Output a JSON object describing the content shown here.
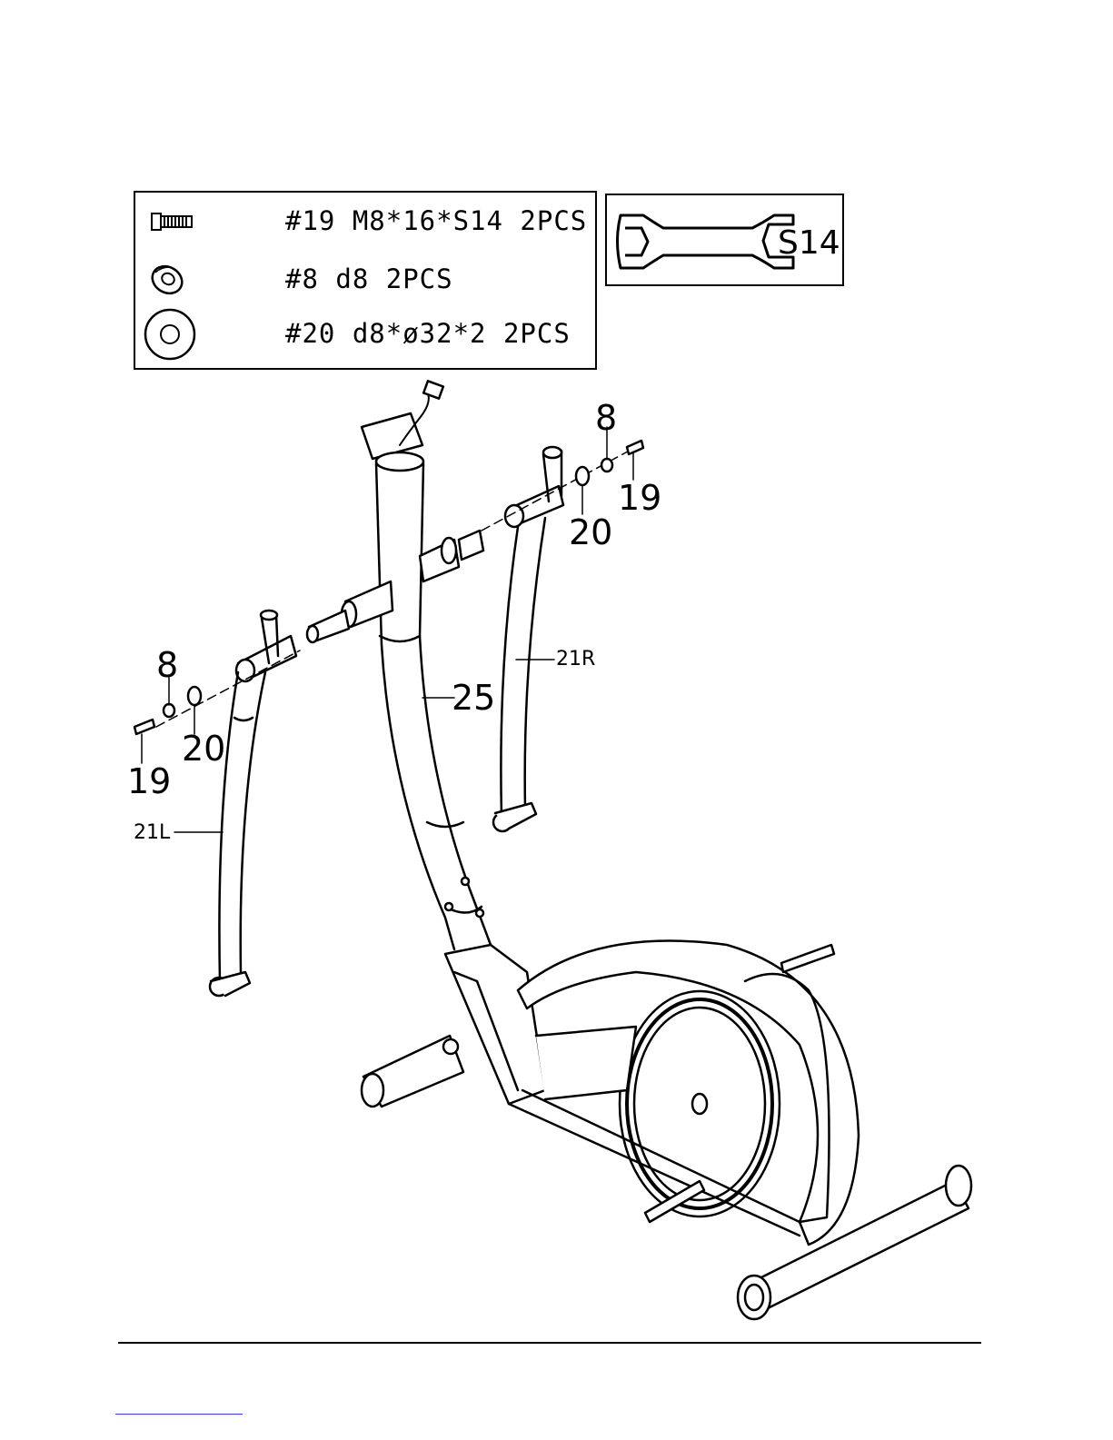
{
  "parts": [
    {
      "icon": "bolt-icon",
      "text": "#19 M8*16*S14 2PCS"
    },
    {
      "icon": "spring-washer-icon",
      "text": "#8 d8 2PCS"
    },
    {
      "icon": "flat-washer-icon",
      "text": "#20 d8*ø32*2 2PCS"
    }
  ],
  "tool": {
    "icon": "wrench-icon",
    "label": "S14"
  },
  "callouts": {
    "c8_right": "8",
    "c19_right": "19",
    "c20_right": "20",
    "c21R": "21R",
    "c25": "25",
    "c8_left": "8",
    "c20_left": "20",
    "c19_left": "19",
    "c21L": "21L"
  }
}
